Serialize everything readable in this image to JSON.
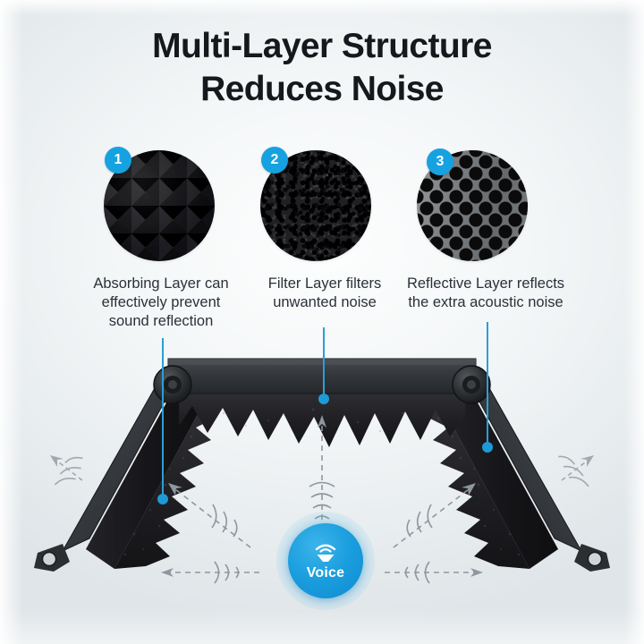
{
  "title": {
    "line1": "Multi-Layer Structure",
    "line2": "Reduces Noise"
  },
  "colors": {
    "accent_blue": "#16a2e0",
    "connector_blue": "#2a9fd6",
    "title_text": "#15181c",
    "caption_text": "#2a3138",
    "background_light": "#fdfefe",
    "background_tint": "#dfe5e8",
    "foam_dark": "#0d0d0f",
    "reflective_gray": "#7b7e80"
  },
  "layers": [
    {
      "number": "1",
      "swatch_name": "absorbing-layer-swatch",
      "texture": "pyramid-acoustic-foam",
      "caption": "Absorbing Layer can effectively prevent sound reflection"
    },
    {
      "number": "2",
      "swatch_name": "filter-layer-swatch",
      "texture": "granular-filter-foam",
      "caption": "Filter Layer filters unwanted noise"
    },
    {
      "number": "3",
      "swatch_name": "reflective-layer-swatch",
      "texture": "perforated-reflective-sheet",
      "caption": "Reflective Layer reflects the extra acoustic noise"
    }
  ],
  "voice_badge": {
    "label": "Voice",
    "icon": "microphone-sound-waves-icon"
  },
  "product": {
    "name": "folding-acoustic-isolation-shield",
    "panel_count": 3,
    "sound_arrows": [
      "up-center",
      "diagonal-upper-left",
      "diagonal-upper-right",
      "horizontal-left",
      "horizontal-right",
      "outer-left",
      "outer-right"
    ]
  }
}
